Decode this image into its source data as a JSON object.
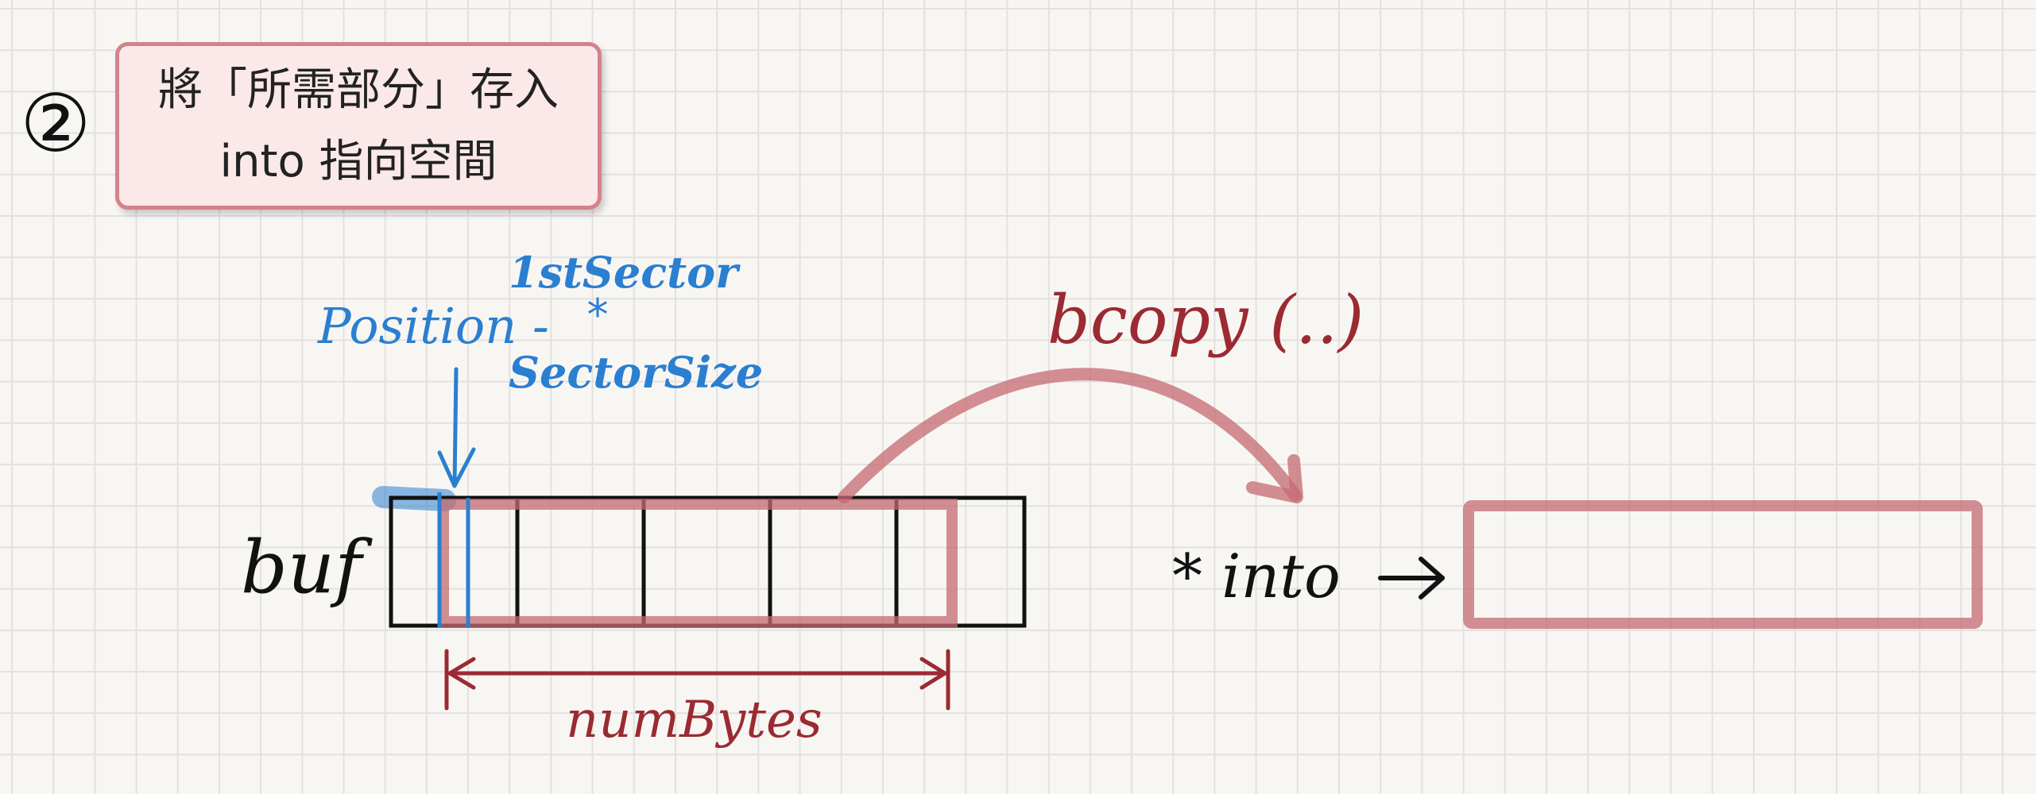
{
  "step_marker": "②",
  "callout": {
    "line1": "將「所需部分」存入",
    "line2": "into 指向空間"
  },
  "labels": {
    "buf": "buf",
    "position_expr": "Position -",
    "first_sector": "1stSector",
    "multiply_sign": "*",
    "sector_size": "SectorSize",
    "bcopy": "bcopy (..)",
    "into": "* into",
    "into_arrow": "→",
    "num_bytes": "numBytes"
  },
  "colors": {
    "background": "#f8f6f3",
    "grid": "#e3e1de",
    "callout_fill": "#fbe9ea",
    "callout_border": "#d4838a",
    "ink_black": "#111111",
    "ink_blue": "#2a7fd0",
    "ink_red": "#9b2a32",
    "highlight_red": "#c46a72"
  }
}
